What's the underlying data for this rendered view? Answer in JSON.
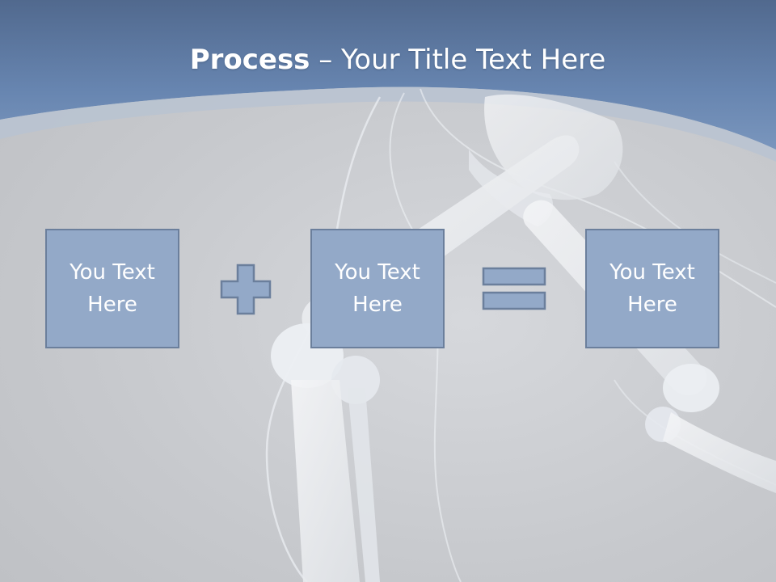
{
  "slide": {
    "title_bold": "Process",
    "title_rest": " – Your Title Text Here",
    "boxes": [
      {
        "text": "You Text Here"
      },
      {
        "text": "You Text Here"
      },
      {
        "text": "You Text Here"
      }
    ],
    "operators": {
      "plus": "plus-icon",
      "equals": "equals-icon"
    }
  },
  "colors": {
    "header_blue": "#6a87b2",
    "box_fill": "#93a9c8",
    "box_border": "#6b7f9c",
    "background_gray": "#c7c9cd",
    "text": "#ffffff"
  }
}
